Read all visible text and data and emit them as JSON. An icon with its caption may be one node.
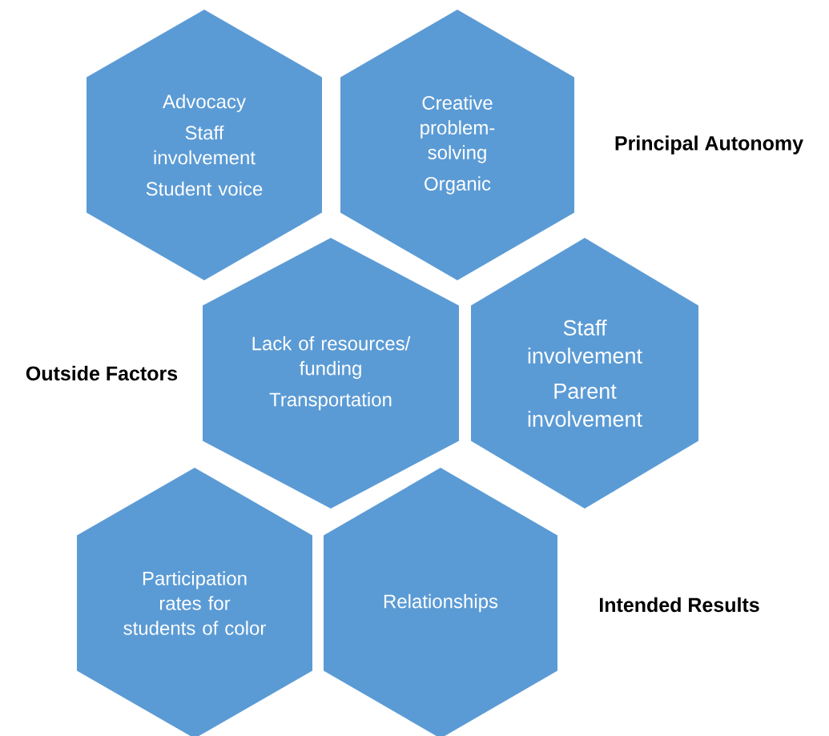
{
  "diagram": {
    "nodes": [
      {
        "text": [
          "Advocacy",
          "Staff involvement",
          "Student voice"
        ]
      },
      {
        "text": [
          "Creative problem-solving",
          "Organic"
        ]
      },
      {
        "text": [
          "Lack of resources/ funding",
          "Transportation"
        ]
      },
      {
        "text": [
          "Staff involvement",
          "Parent involvement"
        ]
      },
      {
        "text": [
          "Participation rates for students of color"
        ]
      },
      {
        "text": [
          "Relationships"
        ]
      }
    ],
    "labels": [
      "Principal Autonomy",
      "Outside Factors",
      "Intended Results"
    ]
  }
}
